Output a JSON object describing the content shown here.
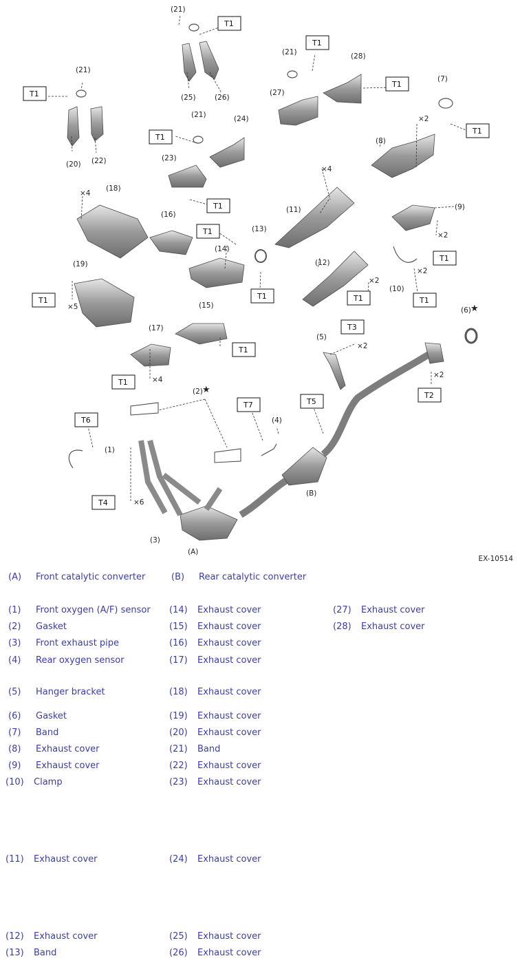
{
  "figure_id": "EX-10514",
  "torque_tag": "T1",
  "tags": [
    "T1",
    "T2",
    "T3",
    "T4",
    "T5",
    "T6",
    "T7"
  ],
  "callouts": {
    "A": "(A)",
    "B": "(B)",
    "n1": "(1)",
    "n2": "(2)",
    "n3": "(3)",
    "n4": "(4)",
    "n5": "(5)",
    "n6": "(6)",
    "n7": "(7)",
    "n8": "(8)",
    "n9": "(9)",
    "n10": "(10)",
    "n11": "(11)",
    "n12": "(12)",
    "n13": "(13)",
    "n14": "(14)",
    "n15": "(15)",
    "n16": "(16)",
    "n17": "(17)",
    "n18": "(18)",
    "n19": "(19)",
    "n20": "(20)",
    "n21": "(21)",
    "n22": "(22)",
    "n23": "(23)",
    "n24": "(24)",
    "n25": "(25)",
    "n26": "(26)",
    "n27": "(27)",
    "n28": "(28)"
  },
  "quantities": {
    "x2": "×2",
    "x4": "×4",
    "x5": "×5",
    "x6": "×6"
  },
  "star": "★",
  "legend": [
    {
      "code": "(A)",
      "name": "Front catalytic converter"
    },
    {
      "code": "(B)",
      "name": "Rear catalytic converter"
    },
    {
      "code": "(1)",
      "name": "Front oxygen (A/F) sensor"
    },
    {
      "code": "(2)",
      "name": "Gasket"
    },
    {
      "code": "(3)",
      "name": "Front exhaust pipe"
    },
    {
      "code": "(4)",
      "name": "Rear oxygen sensor"
    },
    {
      "code": "(5)",
      "name": "Hanger bracket"
    },
    {
      "code": "(6)",
      "name": "Gasket"
    },
    {
      "code": "(7)",
      "name": "Band"
    },
    {
      "code": "(8)",
      "name": "Exhaust cover"
    },
    {
      "code": "(9)",
      "name": "Exhaust cover"
    },
    {
      "code": "(10)",
      "name": "Clamp"
    },
    {
      "code": "(11)",
      "name": "Exhaust cover"
    },
    {
      "code": "(12)",
      "name": "Exhaust cover"
    },
    {
      "code": "(13)",
      "name": "Band"
    },
    {
      "code": "(14)",
      "name": "Exhaust cover"
    },
    {
      "code": "(15)",
      "name": "Exhaust cover"
    },
    {
      "code": "(16)",
      "name": "Exhaust cover"
    },
    {
      "code": "(17)",
      "name": "Exhaust cover"
    },
    {
      "code": "(18)",
      "name": "Exhaust cover"
    },
    {
      "code": "(19)",
      "name": "Exhaust cover"
    },
    {
      "code": "(20)",
      "name": "Exhaust cover"
    },
    {
      "code": "(21)",
      "name": "Band"
    },
    {
      "code": "(22)",
      "name": "Exhaust cover"
    },
    {
      "code": "(23)",
      "name": "Exhaust cover"
    },
    {
      "code": "(24)",
      "name": "Exhaust cover"
    },
    {
      "code": "(25)",
      "name": "Exhaust cover"
    },
    {
      "code": "(26)",
      "name": "Exhaust cover"
    },
    {
      "code": "(27)",
      "name": "Exhaust cover"
    },
    {
      "code": "(28)",
      "name": "Exhaust cover"
    }
  ]
}
